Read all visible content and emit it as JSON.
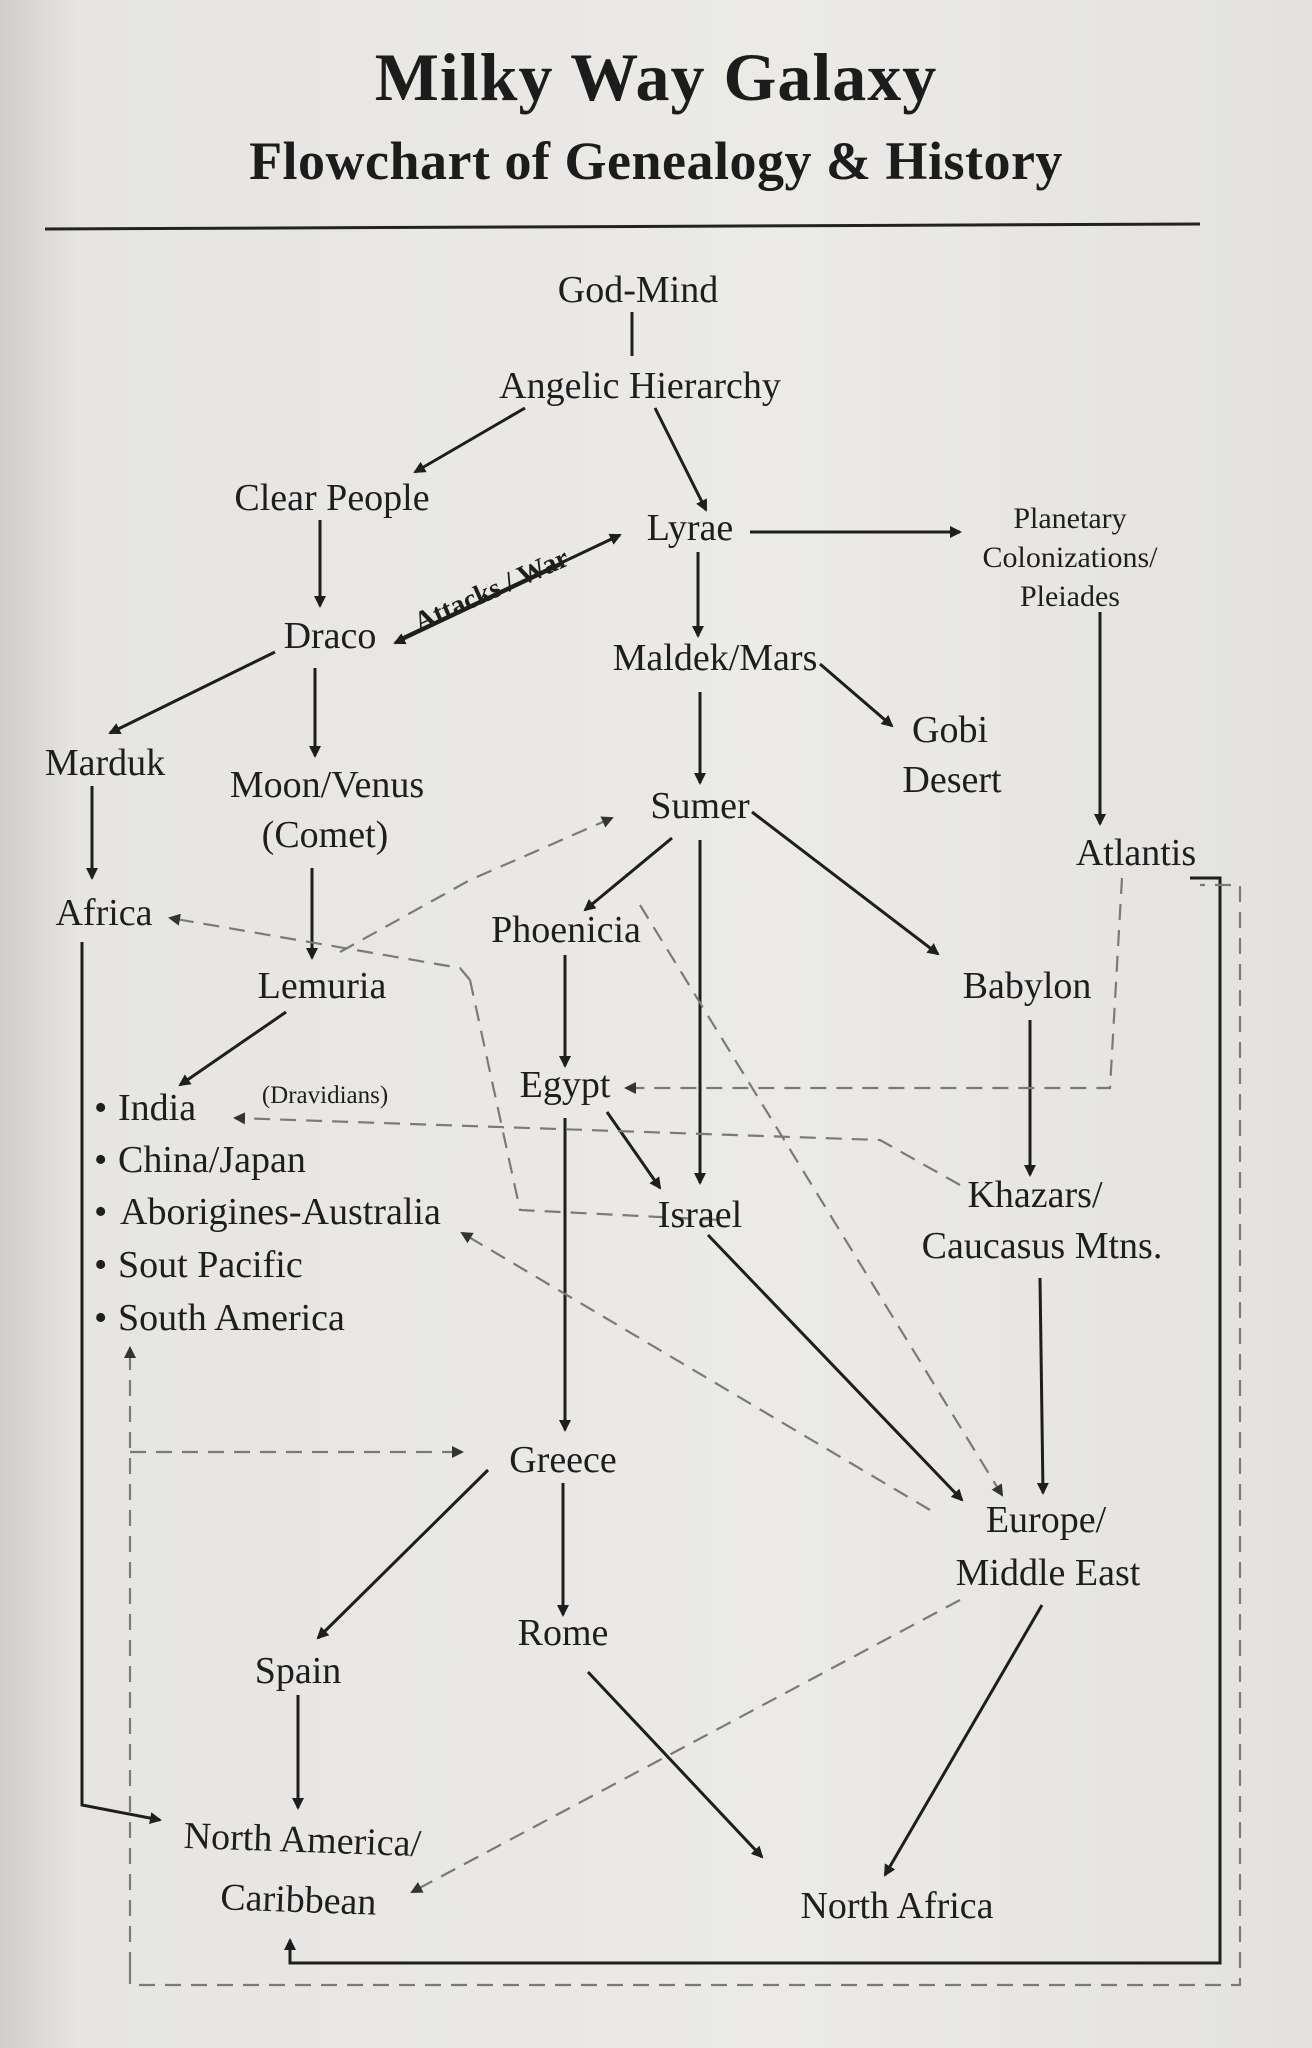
{
  "header": {
    "title": "Milky Way Galaxy",
    "subtitle": "Flowchart of Genealogy & History"
  },
  "nodes": {
    "god_mind": "God-Mind",
    "angelic_hierarchy": "Angelic Hierarchy",
    "clear_people": "Clear People",
    "lyrae": "Lyrae",
    "planetary_1": "Planetary",
    "planetary_2": "Colonizations/",
    "planetary_3": "Pleiades",
    "draco": "Draco",
    "maldek_mars": "Maldek/Mars",
    "gobi_1": "Gobi",
    "gobi_2": "Desert",
    "marduk": "Marduk",
    "moon_venus_1": "Moon/Venus",
    "moon_venus_2": "(Comet)",
    "sumer": "Sumer",
    "atlantis": "Atlantis",
    "africa": "Africa",
    "phoenicia": "Phoenicia",
    "lemuria": "Lemuria",
    "babylon": "Babylon",
    "egypt": "Egypt",
    "israel": "Israel",
    "khazars_1": "Khazars/",
    "khazars_2": "Caucasus Mtns.",
    "greece": "Greece",
    "europe_1": "Europe/",
    "europe_2": "Middle East",
    "rome": "Rome",
    "spain": "Spain",
    "north_america_1": "North America/",
    "north_america_2": "Caribbean",
    "north_africa": "North Africa"
  },
  "lemuria_list": [
    "India",
    "China/Japan",
    "Aborigines-Australia",
    "Sout Pacific",
    "South America"
  ],
  "annotations": {
    "attacks_war": "Attacks / War",
    "dravidians": "(Dravidians)"
  },
  "colors": {
    "ink": "#1e1e1e",
    "dashed": "#7a7a7a",
    "paper": "#ebeae7"
  }
}
